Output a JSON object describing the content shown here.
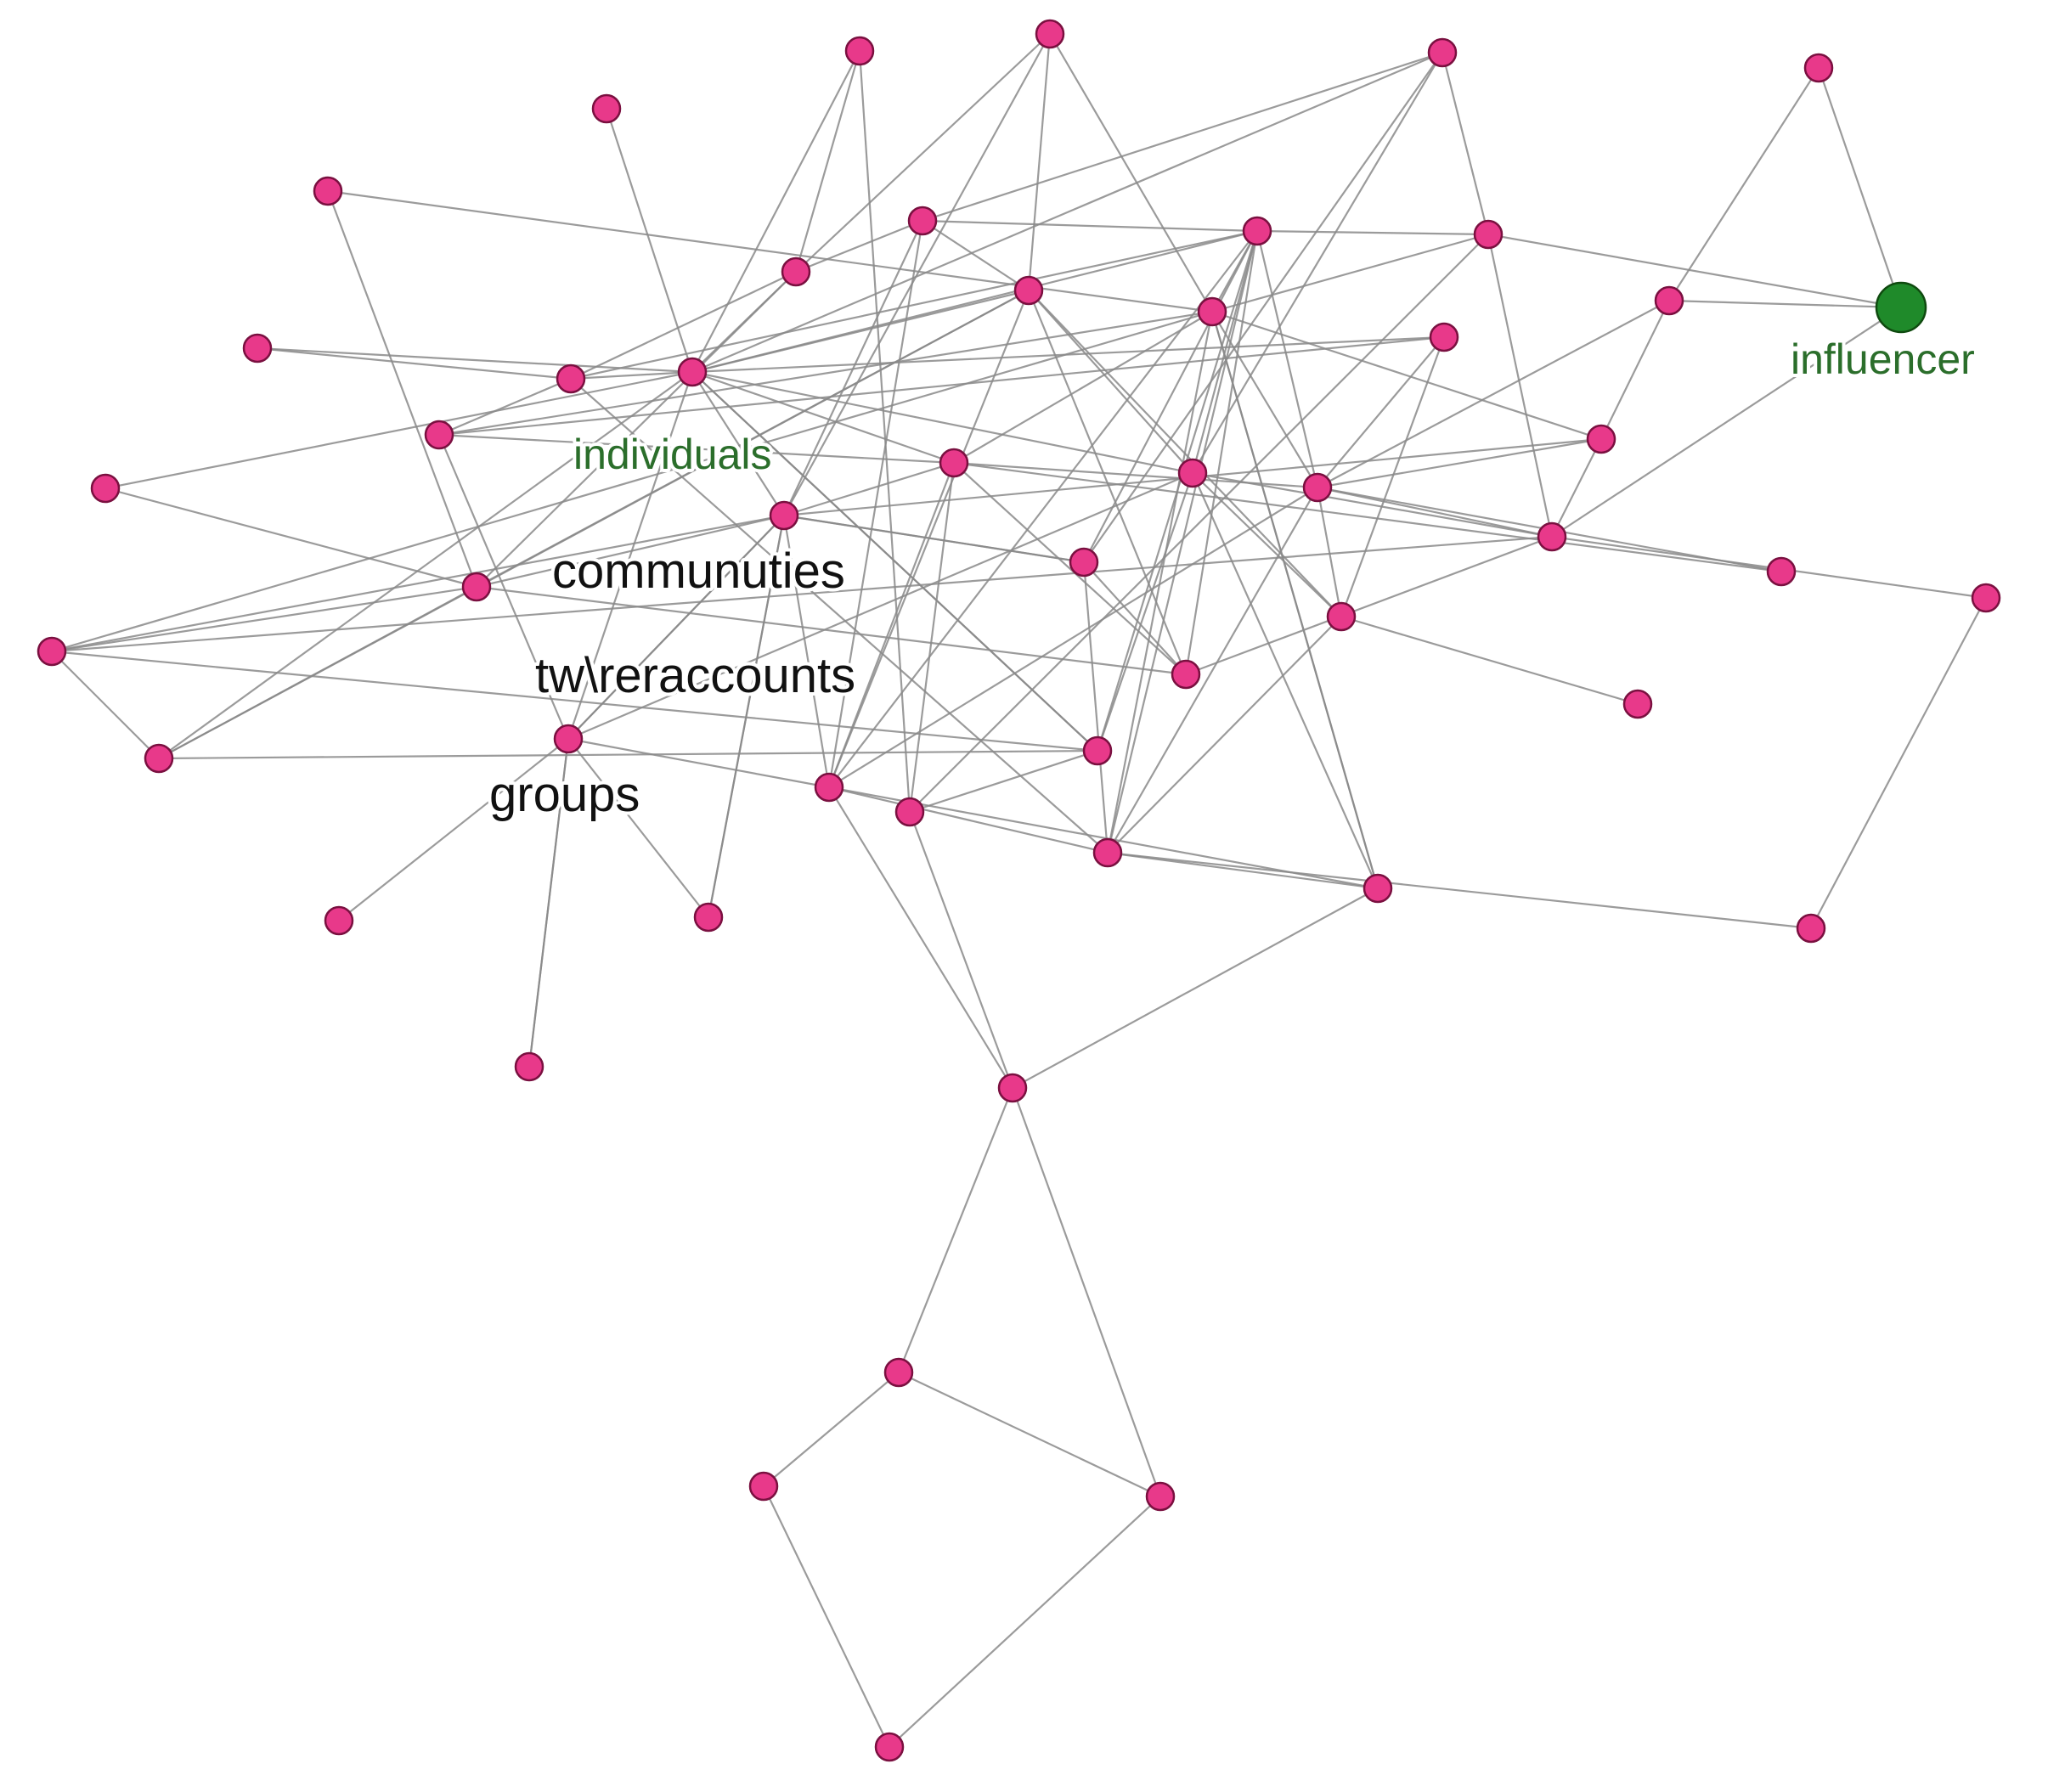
{
  "colors": {
    "node": "#e8398a",
    "influencer_node": "#1f8a2a",
    "edge": "#8a8a8a",
    "label_dark": "#111111",
    "label_green": "#2b6e2b"
  },
  "labels": {
    "individuals": "individuals",
    "communities": "communuties",
    "twitter_accounts": "tw\\reraccounts",
    "groups": "groups",
    "influencer": "influencer"
  }
}
